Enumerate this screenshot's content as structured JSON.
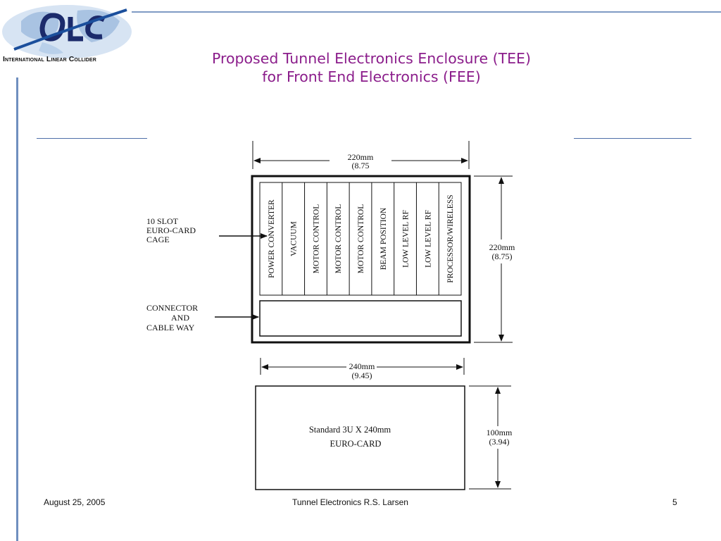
{
  "logo": {
    "text": "International Linear Collider"
  },
  "title": {
    "line1": "Proposed Tunnel Electronics Enclosure (TEE)",
    "line2": "for Front End Electronics (FEE)"
  },
  "diagram": {
    "top_width": {
      "mm": "220mm",
      "in": "(8.75"
    },
    "right_height": {
      "mm": "220mm",
      "in": "(8.75)"
    },
    "card_width": {
      "mm": "240mm",
      "in": "(9.45)"
    },
    "card_height": {
      "mm": "100mm",
      "in": "(3.94)"
    },
    "slots": [
      "POWER CONVERTER",
      "VACUUM",
      "MOTOR CONTROL",
      "MOTOR CONTROL",
      "MOTOR CONTROL",
      "BEAM POSITION",
      "LOW LEVEL RF",
      "LOW LEVEL RF",
      "PROCESSOR/WIRELESS"
    ],
    "cage_label": [
      "10 SLOT",
      "EURO-CARD",
      "CAGE"
    ],
    "connector_label": [
      "CONNECTOR",
      "AND",
      "CABLE WAY"
    ],
    "card_label": [
      "Standard 3U X 240mm",
      "EURO-CARD"
    ]
  },
  "footer": {
    "date": "August 25, 2005",
    "center": "Tunnel Electronics  R.S. Larsen",
    "page": "5"
  }
}
